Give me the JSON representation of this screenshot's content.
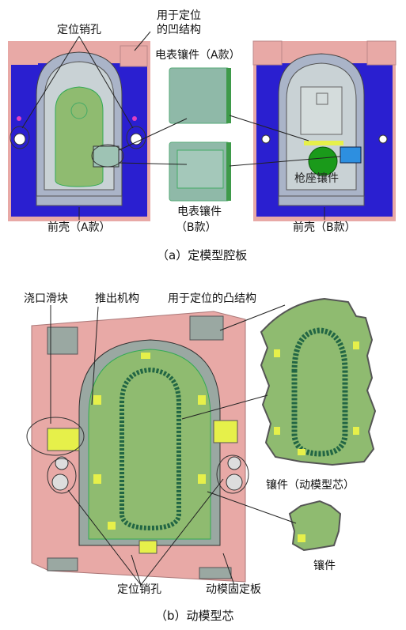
{
  "panel_a": {
    "caption": "（a）定模型腔板",
    "labels": {
      "locating_pin_hole": "定位销孔",
      "concave_line1": "用于定位",
      "concave_line2": "的凹结构",
      "meter_insert_a": "电表镶件（A款）",
      "front_shell_a": "前壳（A款）",
      "meter_insert_b_line1": "电表镶件",
      "meter_insert_b_line2": "（B款）",
      "front_shell_b": "前壳（B款）",
      "gun_seat_insert": "枪座镶件"
    }
  },
  "panel_b": {
    "caption": "（b）动模型芯",
    "labels": {
      "gate_slider": "浇口滑块",
      "ejector": "推出机构",
      "convex_structure": "用于定位的凸结构",
      "insert_core": "镶件（动模型芯）",
      "insert": "镶件",
      "locating_pin_hole": "定位销孔",
      "fixed_plate": "动模固定板"
    }
  },
  "colors": {
    "plate_pink": "#e8a9a6",
    "cavity_blue": "#2a1fd0",
    "core_green": "#8fbb70",
    "insert_teal": "#8fb9a8",
    "steel_grey": "#9aa8a2",
    "yellow": "#e6f04a",
    "dark_green": "#1a9a1a",
    "light_blue": "#2d8fe0"
  }
}
